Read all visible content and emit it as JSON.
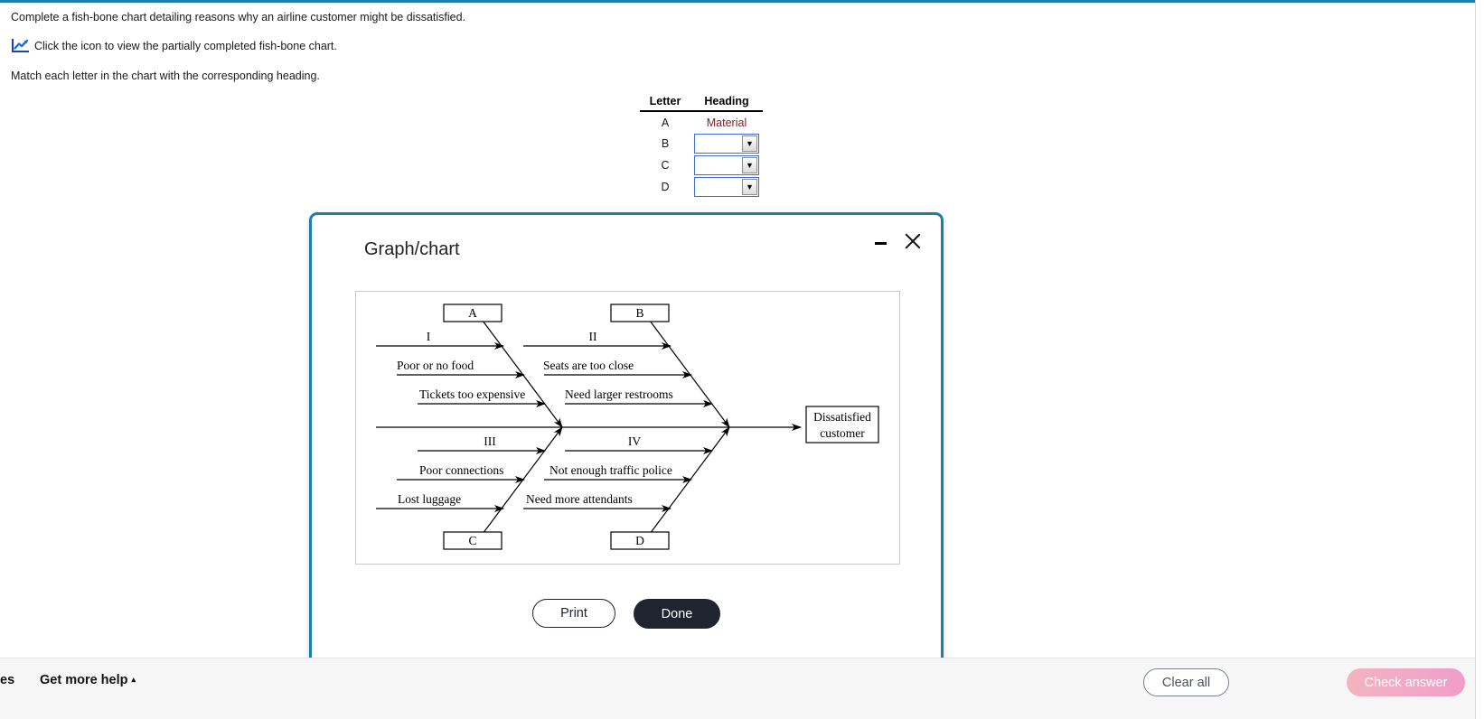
{
  "question": {
    "line1": "Complete a fish-bone chart detailing reasons why an airline customer might be dissatisfied.",
    "line2": "Click the icon to view the partially completed fish-bone chart.",
    "line3": "Match each letter in the chart with the corresponding heading.",
    "icon": "line-chart-icon"
  },
  "answer_table": {
    "headers": [
      "Letter",
      "Heading"
    ],
    "rows": [
      {
        "letter": "A",
        "heading_value": "Material",
        "type": "answer"
      },
      {
        "letter": "B",
        "heading_value": "",
        "type": "dropdown"
      },
      {
        "letter": "C",
        "heading_value": "",
        "type": "dropdown"
      },
      {
        "letter": "D",
        "heading_value": "",
        "type": "dropdown"
      }
    ]
  },
  "modal": {
    "title": "Graph/chart",
    "minimize_icon": "minimize-icon",
    "close_icon": "close-icon",
    "print_label": "Print",
    "done_label": "Done"
  },
  "toolbar": {
    "truncated_left": "es",
    "get_more_help": "Get more help",
    "get_more_help_caret": "▴",
    "clear_all": "Clear all",
    "check_answer": "Check answer"
  },
  "colors": {
    "accent_border": "#1b7fa8",
    "answer_text": "#8a1a1a",
    "select_border": "#3b6fd4",
    "done_bg": "#1f2430",
    "check_answer_bg": "#f09ec9"
  },
  "chart_data": {
    "type": "diagram",
    "diagram_kind": "fishbone",
    "effect": "Dissatisfied customer",
    "boxes": [
      {
        "id": "A",
        "label": "A",
        "position": "top-left",
        "placeholder": true
      },
      {
        "id": "B",
        "label": "B",
        "position": "top-right",
        "placeholder": true
      },
      {
        "id": "C",
        "label": "C",
        "position": "bottom-left",
        "placeholder": true
      },
      {
        "id": "D",
        "label": "D",
        "position": "bottom-right",
        "placeholder": true
      }
    ],
    "branches": [
      {
        "box": "A",
        "causes": [
          "I",
          "Poor or no food",
          "Tickets too expensive"
        ]
      },
      {
        "box": "B",
        "causes": [
          "II",
          "Seats are too close",
          "Need larger restrooms"
        ]
      },
      {
        "box": "C",
        "causes": [
          "III",
          "Poor connections",
          "Lost luggage"
        ]
      },
      {
        "box": "D",
        "causes": [
          "IV",
          "Not enough traffic police",
          "Need more attendants"
        ]
      }
    ]
  }
}
